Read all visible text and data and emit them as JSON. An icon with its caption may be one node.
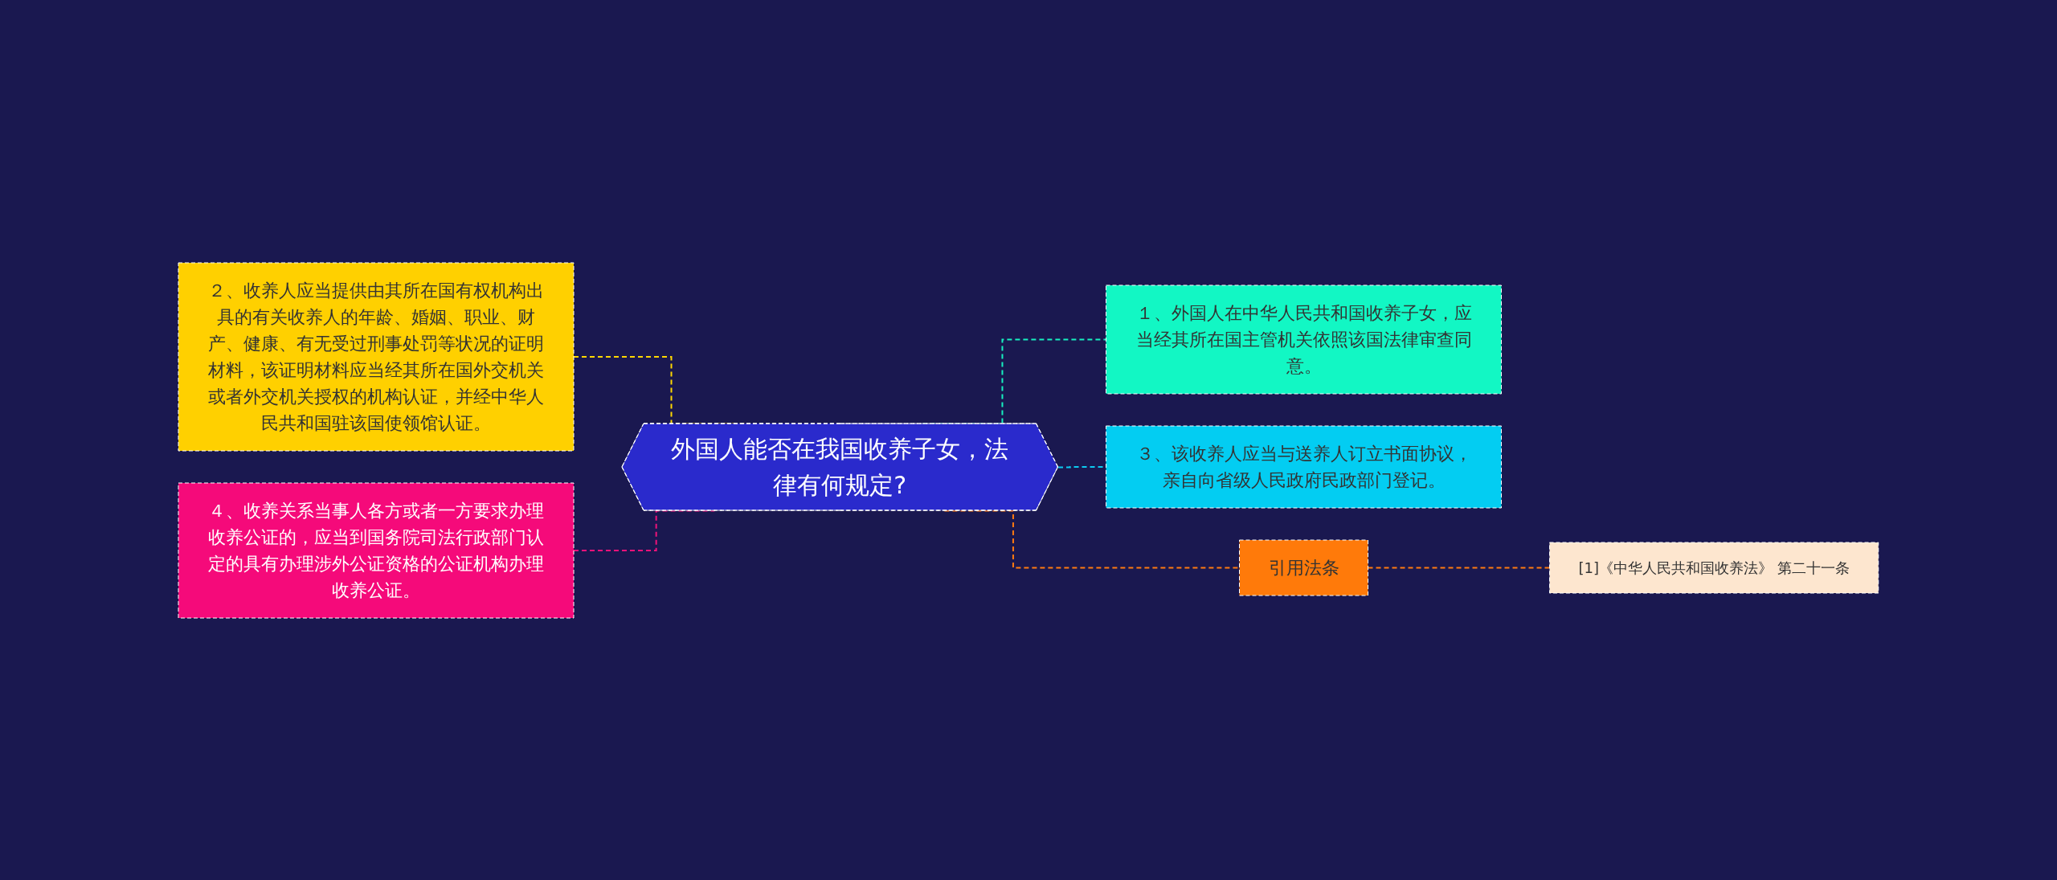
{
  "diagram": {
    "nodes": [
      {
        "text": [
          "２、收养人应当提供由其所在国有权机构出具的有关收养人的年龄、婚姻、职业、财产、健康、有无受过刑事处罚等状况的证明材料，该证明材料应当经其所在国外交机关或者外交机关授权的机构认证，并经中华人民共和国驻该国使领馆认证。"
        ]
      },
      {
        "text": [
          "４、收养关系当事人各方或者一方要求办理收养公证的，应当到国务院司法行政部门认定的具有办理涉外公证资格的公证机构办理收养公证。"
        ]
      },
      {
        "text": [
          "外国人能否在我国收养子女，法律有何规定?"
        ]
      },
      {
        "text": [
          "１、外国人在中华人民共和国收养子女，应当经其所在国主管机关依照该国法律审查同意。"
        ]
      },
      {
        "text": [
          "３、该收养人应当与送养人订立书面协议，亲自向省级人民政府民政部门登记。"
        ]
      },
      {
        "text": [
          "引用法条"
        ]
      },
      {
        "text": [
          "[1]《中华人民共和国收养法》 第二十一条"
        ]
      }
    ],
    "edges": [
      {
        "from": 0,
        "to": 2,
        "arrow": "none",
        "style": "dashed",
        "color": "#ffd700"
      },
      {
        "from": 1,
        "to": 2,
        "arrow": "none",
        "style": "dashed",
        "color": "#f0127a"
      },
      {
        "from": 2,
        "to": 3,
        "arrow": "none",
        "style": "dashed",
        "color": "#17f0c0"
      },
      {
        "from": 2,
        "to": 4,
        "arrow": "none",
        "style": "dashed",
        "color": "#0ccaf0"
      },
      {
        "from": 2,
        "to": 5,
        "arrow": "none",
        "style": "dashed",
        "color": "#ff7a10"
      },
      {
        "from": 5,
        "to": 6,
        "arrow": "none",
        "style": "dashed",
        "color": "#ff7a10"
      }
    ]
  }
}
